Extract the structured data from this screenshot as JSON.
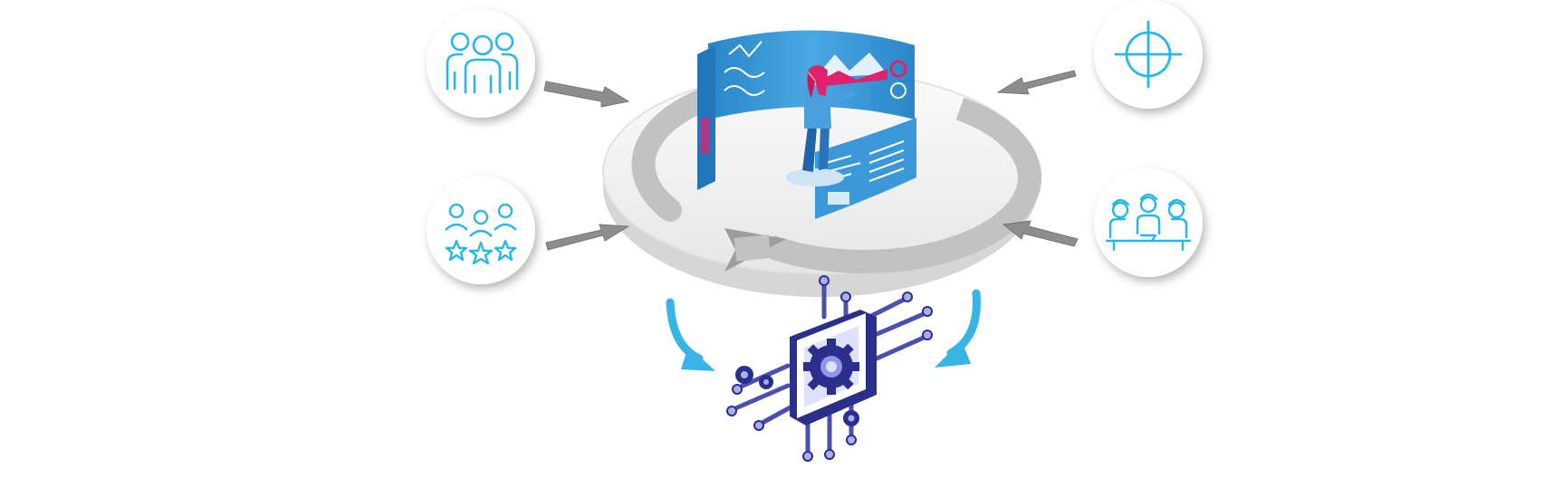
{
  "diagram": {
    "inputs": [
      {
        "name": "team-group",
        "icon": "team-group-icon"
      },
      {
        "name": "rated-customers",
        "icon": "star-rated-people-icon"
      },
      {
        "name": "target",
        "icon": "crosshair-target-icon"
      },
      {
        "name": "meeting",
        "icon": "meeting-table-icon"
      }
    ],
    "center": {
      "hub": "cycle-platform",
      "figure": "analyst-with-dashboard-screens",
      "cycle_arrow": "circular-refresh-arrow"
    },
    "output": {
      "name": "processor-chip",
      "icon": "chip-gear-icon"
    },
    "colors": {
      "icon_cyan": "#29B6E8",
      "arrow_gray": "#8a8a8a",
      "panel_blue": "#2f8fd0",
      "panel_dark": "#1d6fb0",
      "accent_pink": "#e0226e",
      "chip_navy": "#2b2f8c",
      "chip_violet": "#5c5fc8",
      "platform_gray": "#dcdcdc",
      "curve_cyan": "#39b4e6"
    }
  }
}
